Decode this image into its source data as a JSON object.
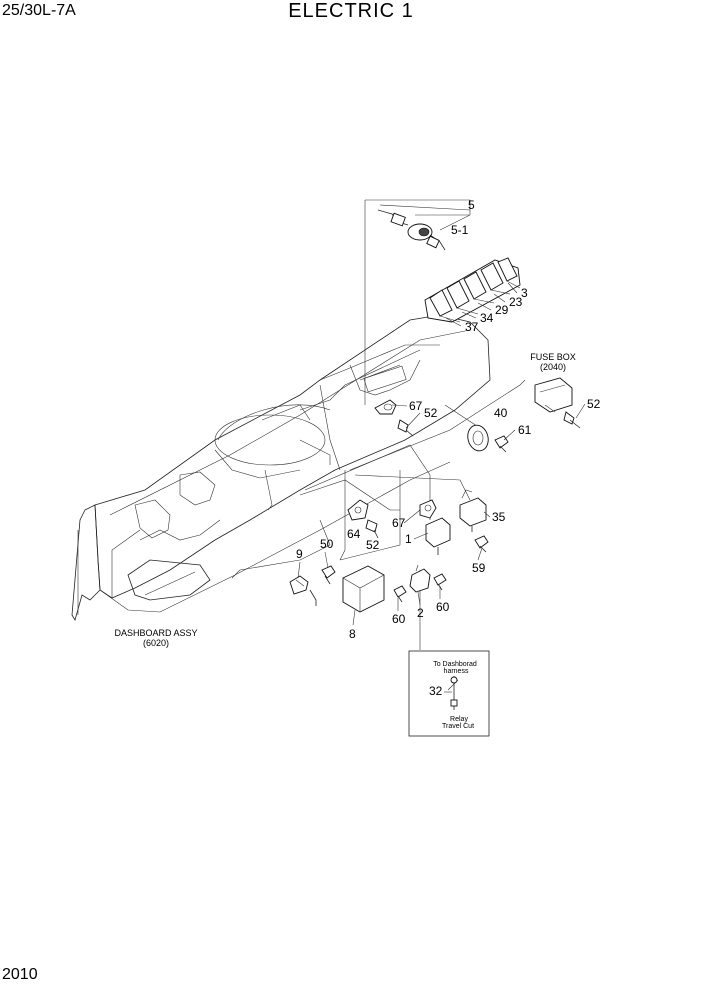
{
  "header": {
    "model": "25/30L-7A",
    "title": "ELECTRIC 1"
  },
  "footer": {
    "page_number": "2010"
  },
  "references": {
    "fuse_box_name": "FUSE BOX",
    "fuse_box_code": "(2040)",
    "dashboard_name": "DASHBOARD ASSY",
    "dashboard_code": "(6020)"
  },
  "inset": {
    "top_note_line1": "To Dashborad",
    "top_note_line2": "harness",
    "part_label": "32",
    "bottom_note_line1": "Relay",
    "bottom_note_line2": "Travel Cut"
  },
  "callouts": {
    "c5": "5",
    "c5_1": "5-1",
    "c3": "3",
    "c23": "23",
    "c29": "29",
    "c34": "34",
    "c37": "37",
    "c52a": "52",
    "c67a": "67",
    "c52b": "52",
    "c40": "40",
    "c61": "61",
    "c35": "35",
    "c67b": "67",
    "c1": "1",
    "c64": "64",
    "c52c": "52",
    "c59": "59",
    "c50": "50",
    "c9": "9",
    "c8": "8",
    "c2": "2",
    "c60a": "60",
    "c60b": "60"
  }
}
